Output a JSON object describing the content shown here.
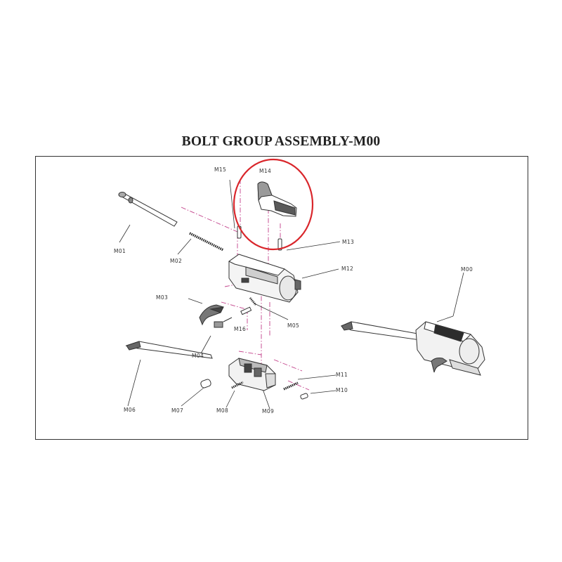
{
  "title": "BOLT GROUP ASSEMBLY-M00",
  "highlight_color": "#d9262b",
  "guide_color": "#c2408a",
  "ink_color": "#333333",
  "parts": [
    {
      "id": "M00",
      "label": "M00"
    },
    {
      "id": "M01",
      "label": "M01"
    },
    {
      "id": "M02",
      "label": "M02"
    },
    {
      "id": "M03",
      "label": "M03"
    },
    {
      "id": "M04",
      "label": "M04"
    },
    {
      "id": "M05",
      "label": "M05"
    },
    {
      "id": "M06",
      "label": "M06"
    },
    {
      "id": "M07",
      "label": "M07"
    },
    {
      "id": "M08",
      "label": "M08"
    },
    {
      "id": "M09",
      "label": "M09"
    },
    {
      "id": "M10",
      "label": "M10"
    },
    {
      "id": "M11",
      "label": "M11"
    },
    {
      "id": "M12",
      "label": "M12"
    },
    {
      "id": "M13",
      "label": "M13"
    },
    {
      "id": "M14",
      "label": "M14"
    },
    {
      "id": "M15",
      "label": "M15"
    },
    {
      "id": "M16",
      "label": "M16"
    }
  ]
}
